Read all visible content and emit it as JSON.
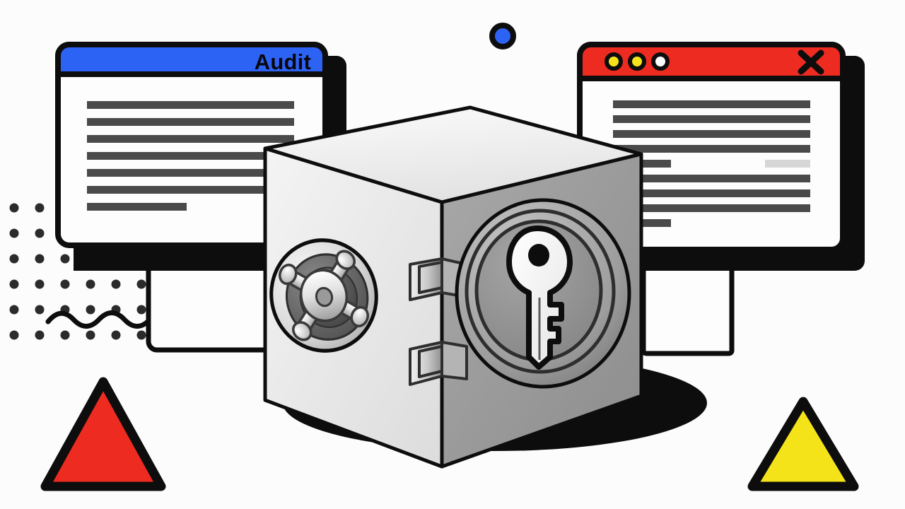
{
  "scene": {
    "title": "Security Audit Vault Illustration",
    "background_color": "#fcfcfc",
    "style": "flat line illustration"
  },
  "palette": {
    "blue": "#2d63f5",
    "red": "#ee2b20",
    "yellow": "#f5e31a",
    "black": "#0d0d0d",
    "dark_gray_text": "#4a4a4a",
    "light_gray_text": "#d6d6d6",
    "safe_left_face": "#e8e8e8",
    "safe_right_face": "#9a9a9a",
    "safe_top_face": "#f2f2f2",
    "white": "#fdfdfd"
  },
  "audit_window": {
    "name": "Audit",
    "titlebar_color": "#2d63f5",
    "title_label": "Audit",
    "title_align": "right",
    "body_color": "#fdfdfd",
    "text_lines": [
      {
        "width_pct": 100,
        "color": "#4a4a4a"
      },
      {
        "width_pct": 100,
        "color": "#4a4a4a"
      },
      {
        "width_pct": 100,
        "color": "#4a4a4a"
      },
      {
        "width_pct": 100,
        "color": "#4a4a4a"
      },
      {
        "width_pct": 100,
        "color": "#4a4a4a"
      },
      {
        "width_pct": 100,
        "color": "#4a4a4a"
      },
      {
        "width_pct": 48,
        "color": "#4a4a4a"
      }
    ],
    "stand_shape": "rectangle-outline"
  },
  "alert_window": {
    "name": "Alert",
    "titlebar_color": "#ee2b20",
    "traffic_lights": [
      {
        "name": "dot-yellow-1",
        "fill": "#f5e31a"
      },
      {
        "name": "dot-yellow-2",
        "fill": "#f5e31a"
      },
      {
        "name": "dot-white",
        "fill": "#fdfdfd"
      }
    ],
    "close_button_label": "close-x",
    "body_color": "#fdfdfd",
    "text_lines": [
      {
        "width_pct": 100,
        "color": "#4a4a4a"
      },
      {
        "width_pct": 100,
        "color": "#4a4a4a"
      },
      {
        "width_pct": 100,
        "color": "#4a4a4a"
      },
      {
        "width_pct": 100,
        "color": "#4a4a4a"
      },
      {
        "width_pct": 29,
        "color": "#4a4a4a",
        "trailing_segment": {
          "width_pct": 23,
          "color": "#d6d6d6"
        }
      },
      {
        "width_pct": 100,
        "color": "#4a4a4a"
      },
      {
        "width_pct": 100,
        "color": "#4a4a4a"
      },
      {
        "width_pct": 100,
        "color": "#4a4a4a"
      },
      {
        "width_pct": 29,
        "color": "#4a4a4a"
      }
    ],
    "stand_shape": "rectangle-outline"
  },
  "safe": {
    "name": "Safe vault cube",
    "projection": "isometric",
    "left_face": {
      "fill": "#e8e8e8",
      "feature": "combination-dial",
      "dial": {
        "rings": 3,
        "handle_spokes": 4,
        "knobs": 4,
        "hub": "center-boss"
      }
    },
    "right_face": {
      "fill": "#9a9a9a",
      "feature": "round-door-with-key",
      "door": {
        "rings": 3,
        "emblem": "key-icon"
      }
    },
    "top_face": {
      "fill": "#f2f2f2"
    },
    "hinges": 2,
    "shadow": "black-ellipse"
  },
  "decor": {
    "blue_dot": {
      "name": "blue-dot",
      "fill": "#2d63f5",
      "ring": "#0d0d0d"
    },
    "dot_grid": {
      "name": "dot-grid",
      "fill": "#2b2b2b",
      "columns": 9,
      "rows": 6
    },
    "squiggle": {
      "name": "wavy-line",
      "stroke": "#0d0d0d"
    },
    "red_triangle": {
      "name": "red-triangle",
      "fill": "#ee2b20",
      "stroke": "#0d0d0d"
    },
    "yellow_triangle": {
      "name": "yellow-triangle",
      "fill": "#f5e31a",
      "stroke": "#0d0d0d"
    }
  }
}
